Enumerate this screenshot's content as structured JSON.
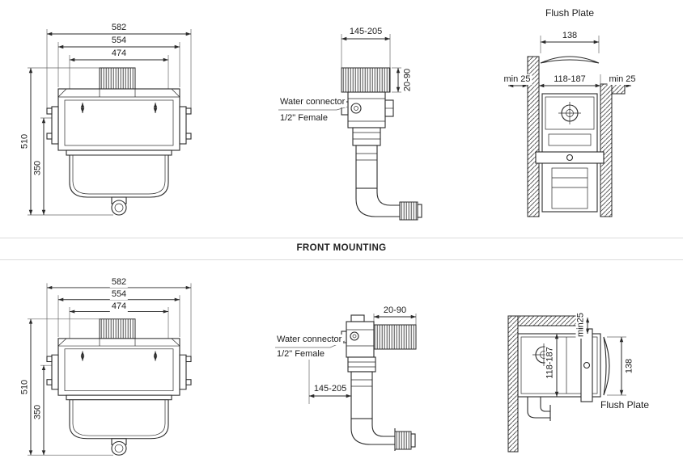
{
  "divider": {
    "title": "FRONT MOUNTING"
  },
  "top_mounting": {
    "front_view": {
      "width_outer": "582",
      "width_body": "554",
      "width_inner": "474",
      "height_total": "510",
      "height_tank": "350"
    },
    "side_view": {
      "depth_range": "145-205",
      "adjust_range": "20-90",
      "connector_label": "Water connector",
      "connector_size": "1/2\" Female"
    },
    "wall_section": {
      "plate_title": "Flush Plate",
      "plate_width": "138",
      "min_left": "min 25",
      "recess_range": "118-187",
      "min_right": "min 25"
    }
  },
  "front_mounting": {
    "front_view": {
      "width_outer": "582",
      "width_body": "554",
      "width_inner": "474",
      "height_total": "510",
      "height_tank": "350"
    },
    "side_view": {
      "adjust_range": "20-90",
      "connector_label": "Water connector",
      "connector_size": "1/2\" Female",
      "depth_range": "145-205"
    },
    "wall_section": {
      "min_top": "min25",
      "recess_range": "118-187",
      "plate_width": "138",
      "plate_title": "Flush Plate"
    }
  }
}
